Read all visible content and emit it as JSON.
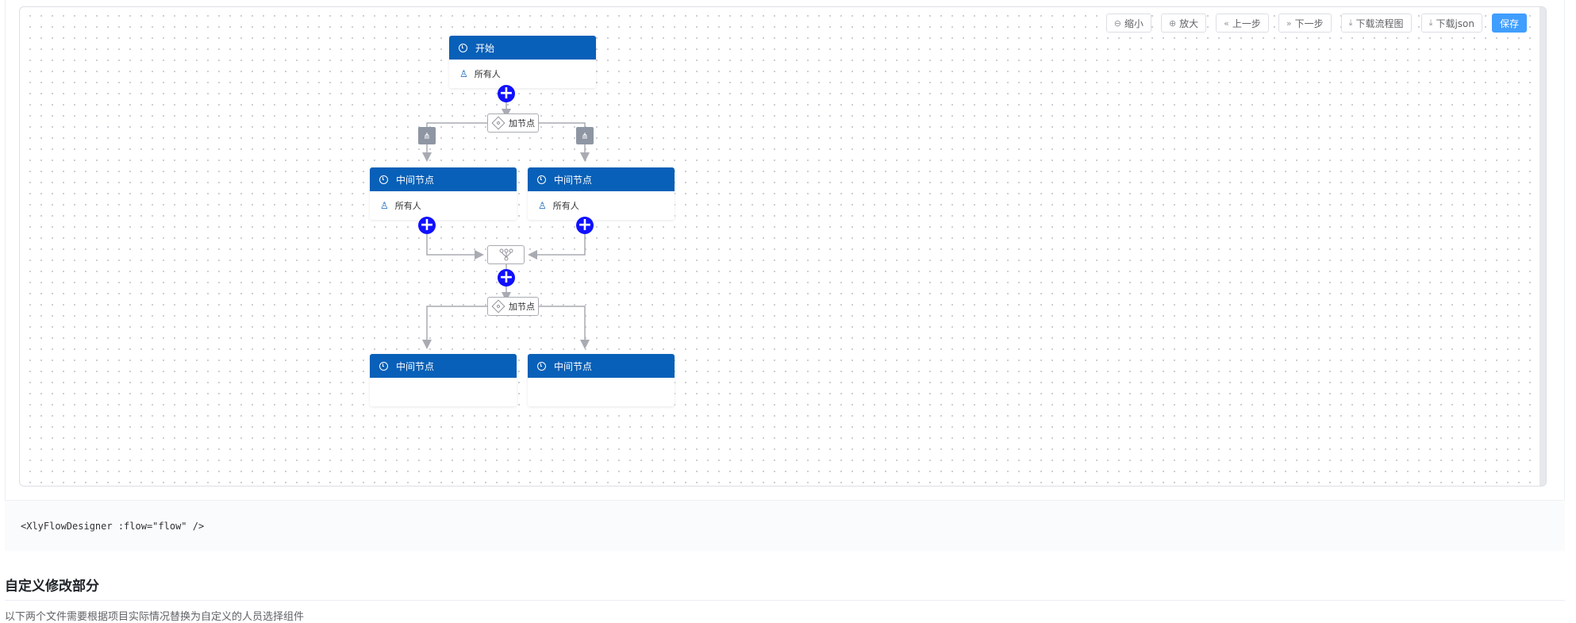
{
  "toolbar": {
    "zoom_out": "缩小",
    "zoom_in": "放大",
    "undo": "上一步",
    "redo": "下一步",
    "download_image": "下载流程图",
    "download_json": "下载json",
    "save": "保存"
  },
  "flow": {
    "start": {
      "title": "开始",
      "assignee": "所有人"
    },
    "gateway_add_label": "加节点",
    "middle_nodes": [
      {
        "title": "中间节点",
        "assignee": "所有人"
      },
      {
        "title": "中间节点",
        "assignee": "所有人"
      },
      {
        "title": "中间节点",
        "assignee": ""
      },
      {
        "title": "中间节点",
        "assignee": ""
      }
    ]
  },
  "code_snippet": "<XlyFlowDesigner :flow=\"flow\" />",
  "section": {
    "title": "自定义修改部分",
    "description": "以下两个文件需要根据项目实际情况替换为自定义的人员选择组件"
  },
  "colors": {
    "node_header": "#0860b8",
    "add_button": "#1010ff",
    "primary_button": "#409eff",
    "connector": "#a8abb2"
  },
  "icons": {
    "zoom_out": "zoom-out-icon",
    "zoom_in": "zoom-in-icon",
    "undo": "double-chevron-left-icon",
    "redo": "double-chevron-right-icon",
    "download": "download-icon",
    "node": "clock-icon",
    "assignee": "user-icon",
    "add": "plus-circle-icon",
    "branch": "branch-icon",
    "merge": "merge-icon"
  }
}
